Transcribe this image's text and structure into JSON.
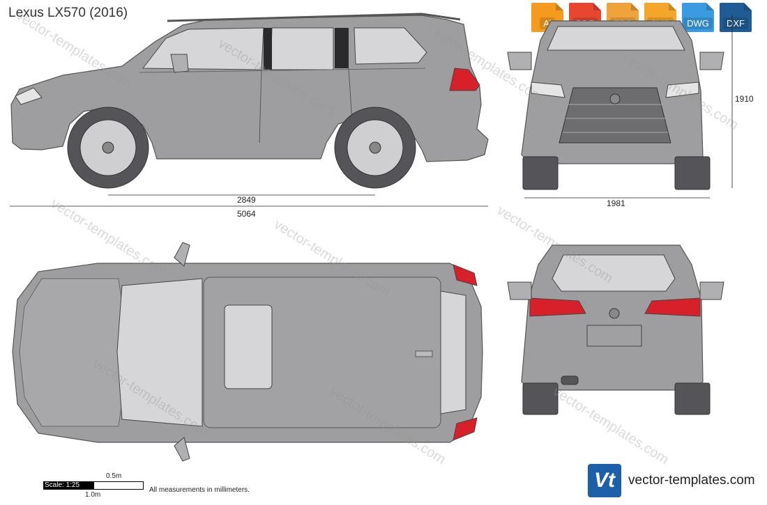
{
  "title": "Lexus LX570 (2016)",
  "formats": [
    {
      "label": "Ai",
      "color": "#f39a1f"
    },
    {
      "label": "PDF",
      "color": "#e8462f"
    },
    {
      "label": "EPS",
      "color": "#d9d9d9"
    },
    {
      "label": "SVG",
      "color": "#f4a62a"
    },
    {
      "label": "DWG",
      "color": "#3b9be0"
    },
    {
      "label": "DXF",
      "color": "#1f5c96"
    }
  ],
  "dimensions": {
    "wheelbase": "2849",
    "length": "5064",
    "width": "1981",
    "height": "1910"
  },
  "scale": {
    "label": "Scale: 1:25",
    "half": "0.5m",
    "one": "1.0m"
  },
  "note": "All measurements in millimeters.",
  "watermark": "vector-templates.com",
  "brand": {
    "logo": "Vt",
    "text": "vector-templates.com"
  },
  "colors": {
    "body": "#9e9ea0",
    "glass": "#d6d6d8",
    "tyre": "#555559",
    "lamp": "#d8202a"
  }
}
